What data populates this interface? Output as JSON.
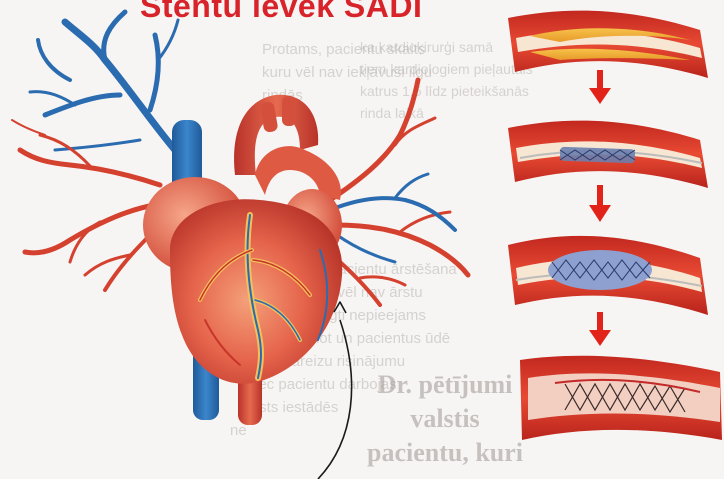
{
  "title": "Stentu ievek SADI",
  "background_text": {
    "column1": [
      "Protams, pacientu skaits",
      "kuru vēl nav iekļāvuši ilgu",
      "rindās"
    ],
    "column2": [
      "ka kardioķirurģi samā",
      "tiem kardiologiem pieļautais",
      "katrus 1,5 līdz pieteikšanās",
      "rinda laikā"
    ],
    "column3": [
      "ko pacientu ārstēšana",
      "gada vēl nav ārstu",
      "pieslēgti nepieejams",
      "nemainot un pacientus ūdē",
      "vai pareizu risinājumu",
      "pēc pacientu darbojas",
      "valsts iestādēs",
      "ne"
    ],
    "big": [
      "Dr. pētījumi",
      "valstis",
      "pacientu, kuri"
    ]
  },
  "colors": {
    "title": "#d8232a",
    "arrow": "#e2231a",
    "artery_red": "#c8352b",
    "vein_blue": "#2b6cb0"
  },
  "icons": [
    "heart-illustration",
    "artery-stage-1",
    "artery-stage-2",
    "artery-stage-3",
    "artery-stage-4",
    "down-arrow-icon",
    "pointer-arrow-icon"
  ]
}
